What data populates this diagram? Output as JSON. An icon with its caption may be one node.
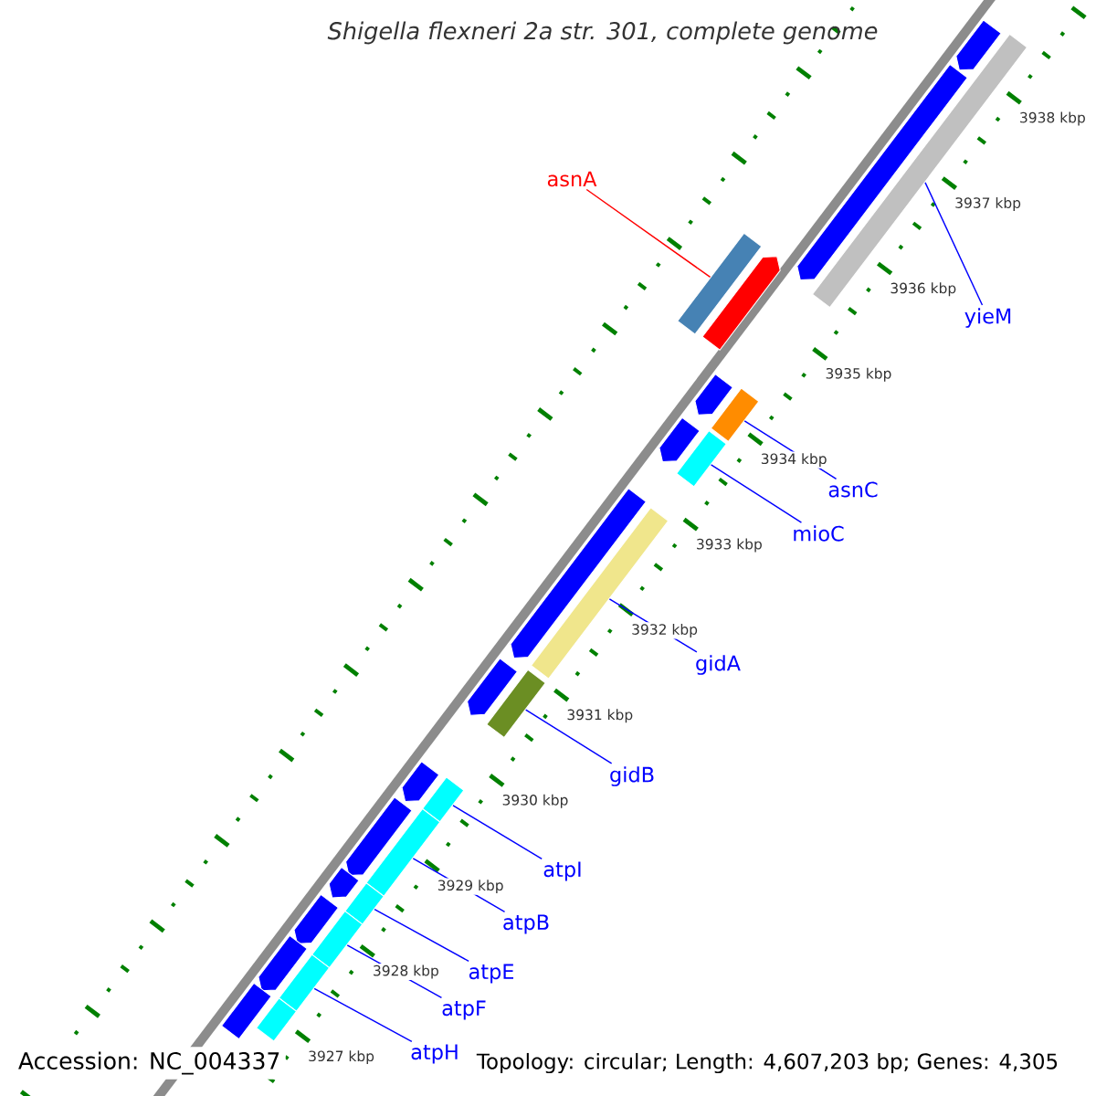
{
  "diagram": {
    "title": "Shigella flexneri 2a str. 301, complete genome",
    "nodes": [
      {
        "text": [
          "asnA"
        ]
      },
      {
        "text": [],
        "shape": "box"
      },
      {
        "text": [
          "yieM"
        ]
      },
      {
        "text": [],
        "shape": "box"
      },
      {
        "text": [
          "asnC"
        ]
      },
      {
        "text": [],
        "shape": "box"
      },
      {
        "text": [
          "mioC"
        ]
      },
      {
        "text": [],
        "shape": "box"
      },
      {
        "text": [
          "gidA"
        ]
      },
      {
        "text": [],
        "shape": "box"
      },
      {
        "text": [
          "gidB"
        ]
      },
      {
        "text": [],
        "shape": "box"
      },
      {
        "text": [
          "atpI"
        ]
      },
      {
        "text": [],
        "shape": "box"
      },
      {
        "text": [
          "atpB"
        ]
      },
      {
        "text": [],
        "shape": "box"
      },
      {
        "text": [
          "atpE"
        ]
      },
      {
        "text": [],
        "shape": "box"
      },
      {
        "text": [
          "atpF"
        ]
      },
      {
        "text": [],
        "shape": "box"
      },
      {
        "text": [
          "atpH"
        ]
      },
      {
        "text": [],
        "shape": "box"
      },
      {
        "text": [],
        "shape": "arrow"
      },
      {
        "text": [],
        "shape": "arrow"
      },
      {
        "text": [],
        "shape": "arrow"
      },
      {
        "text": [],
        "shape": "arrow"
      },
      {
        "text": [],
        "shape": "arrow"
      },
      {
        "text": [],
        "shape": "arrow"
      },
      {
        "text": [],
        "shape": "arrow"
      },
      {
        "text": [],
        "shape": "arrow"
      },
      {
        "text": [],
        "shape": "arrow"
      },
      {
        "text": [],
        "shape": "arrow"
      },
      {
        "text": [],
        "shape": "arrow"
      },
      {
        "text": [],
        "shape": "box"
      },
      {
        "text": [],
        "shape": "arrow"
      },
      {
        "text": [],
        "shape": "box"
      }
    ],
    "edges": [
      {
        "from": 0,
        "to": 1,
        "arrow": "none",
        "color": "#ff0000"
      },
      {
        "from": 2,
        "to": 3,
        "arrow": "none"
      },
      {
        "from": 4,
        "to": 5,
        "arrow": "none"
      },
      {
        "from": 6,
        "to": 7,
        "arrow": "none"
      },
      {
        "from": 8,
        "to": 9,
        "arrow": "none"
      },
      {
        "from": 10,
        "to": 11,
        "arrow": "none"
      },
      {
        "from": 12,
        "to": 13,
        "arrow": "none"
      },
      {
        "from": 14,
        "to": 15,
        "arrow": "none"
      },
      {
        "from": 16,
        "to": 17,
        "arrow": "none"
      },
      {
        "from": 18,
        "to": 19,
        "arrow": "none"
      },
      {
        "from": 20,
        "to": 21,
        "arrow": "none"
      }
    ],
    "labels": [
      "3938 kbp",
      "3937 kbp",
      "3936 kbp",
      "3935 kbp",
      "3934 kbp",
      "3933 kbp",
      "3932 kbp",
      "3931 kbp",
      "3930 kbp",
      "3929 kbp",
      "3928 kbp",
      "3927 kbp",
      "Accession: NC_004337",
      "Topology: circular; Length: 4,607,203 bp; Genes: 4,305"
    ]
  }
}
